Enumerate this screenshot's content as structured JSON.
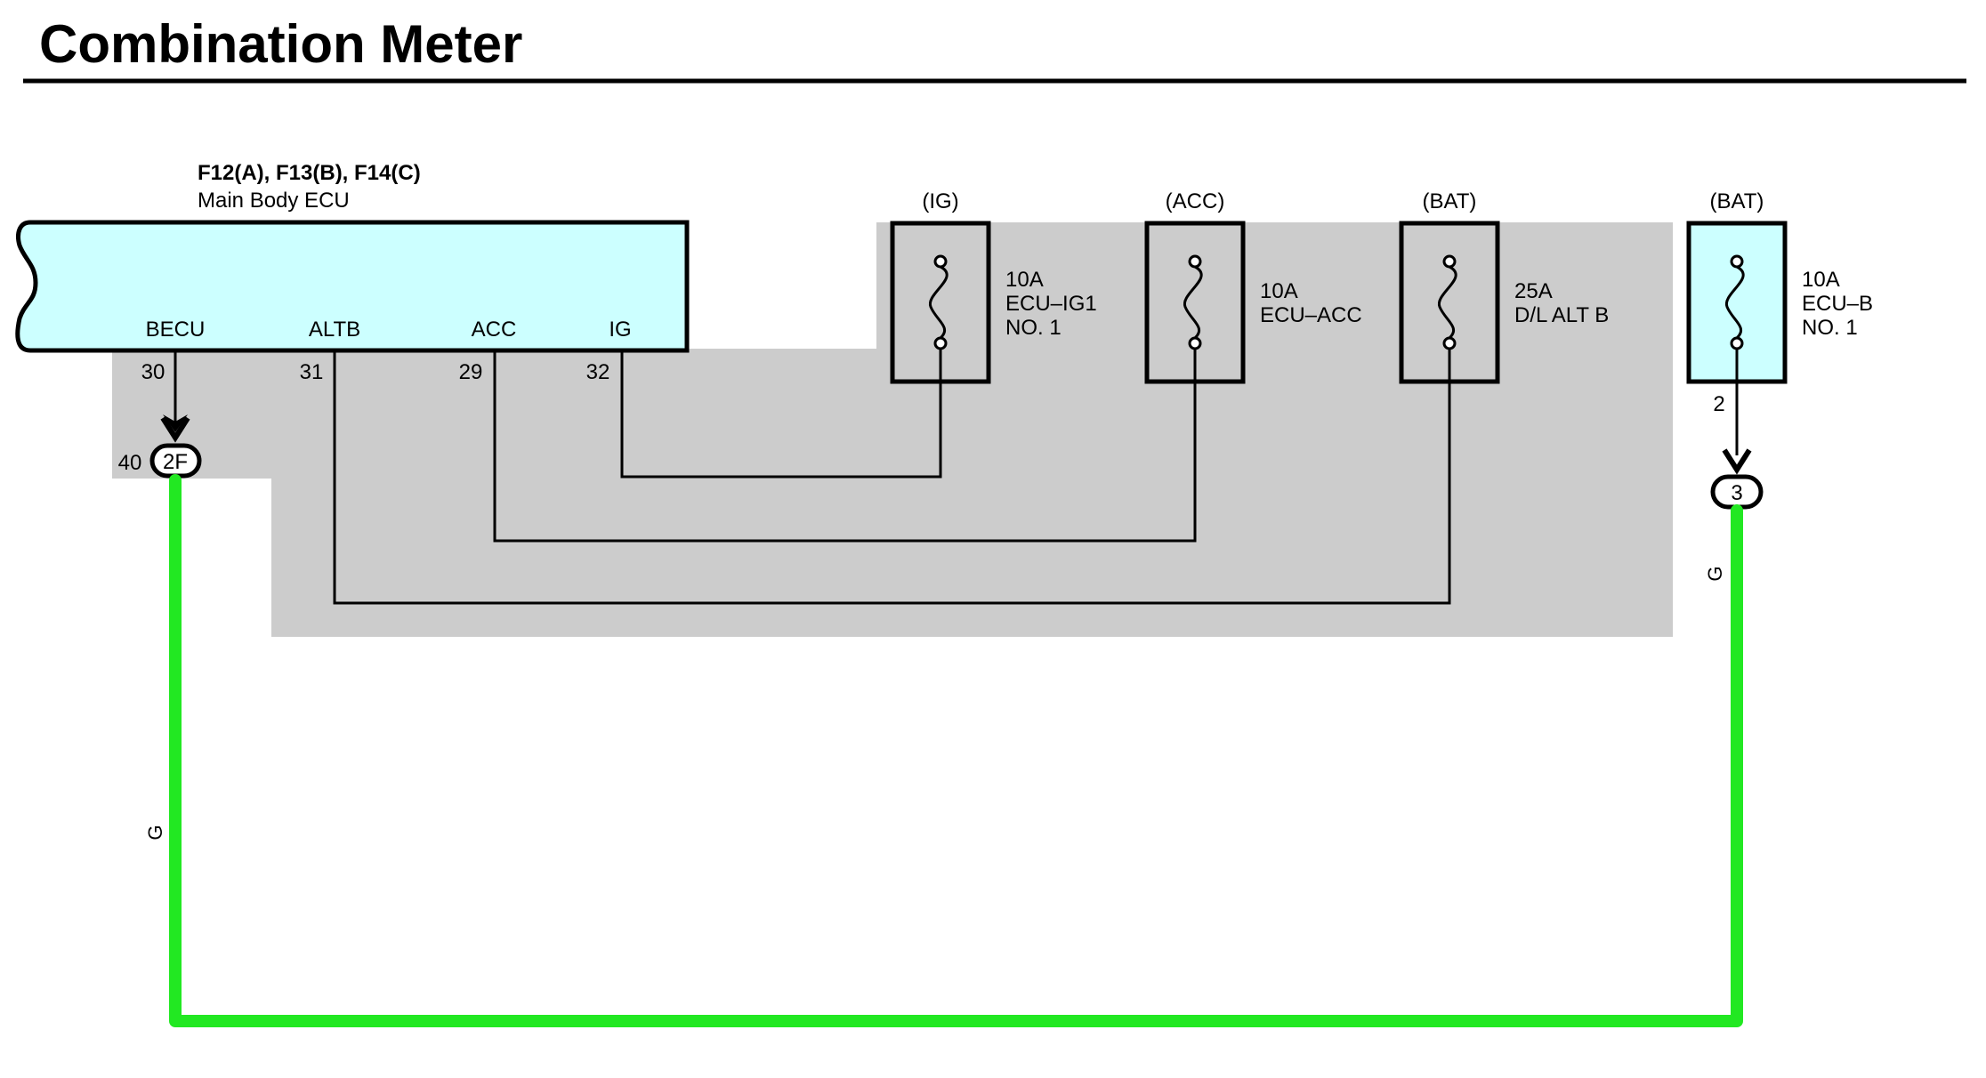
{
  "title": "Combination Meter",
  "ecu": {
    "connectors": "F12(A), F13(B), F14(C)",
    "name": "Main Body ECU",
    "terminals": [
      {
        "label": "BECU",
        "pin": "30"
      },
      {
        "label": "ALTB",
        "pin": "31"
      },
      {
        "label": "ACC",
        "pin": "29"
      },
      {
        "label": "IG",
        "pin": "32"
      }
    ]
  },
  "fuses": [
    {
      "power": "(IG)",
      "rating": "10A",
      "line1": "ECU–IG1",
      "line2": "NO. 1"
    },
    {
      "power": "(ACC)",
      "rating": "10A",
      "line1": "ECU–ACC",
      "line2": ""
    },
    {
      "power": "(BAT)",
      "rating": "25A",
      "line1": "D/L ALT B",
      "line2": ""
    },
    {
      "power": "(BAT)",
      "rating": "10A",
      "line1": "ECU–B",
      "line2": "NO. 1"
    }
  ],
  "junctions": {
    "left": {
      "pin": "40",
      "label": "2F"
    },
    "right": {
      "pin": "2",
      "label": "3"
    }
  },
  "wire_colors": {
    "left": "G",
    "right": "G",
    "green_hex": "#22e822"
  },
  "colors": {
    "ecu_fill": "#ccffff",
    "shade": "#cccccc"
  }
}
